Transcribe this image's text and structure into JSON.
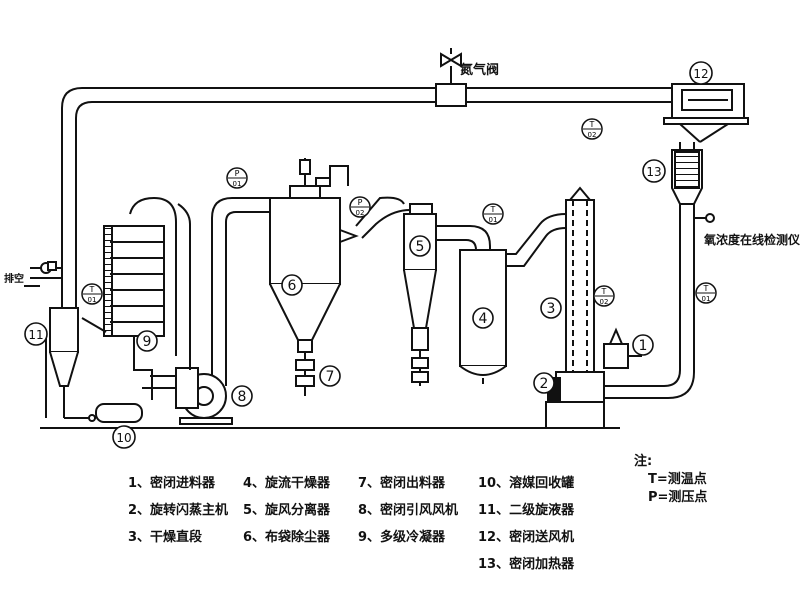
{
  "diagram": {
    "labels": {
      "nitrogen_valve": "氮气阀",
      "vent": "排空",
      "oxygen_meter": "氧浓度在线检测仪"
    },
    "sensors": [
      {
        "id": "t01",
        "letter": "T",
        "num": "01"
      },
      {
        "id": "p01",
        "letter": "P",
        "num": "01"
      },
      {
        "id": "p02",
        "letter": "P",
        "num": "02"
      },
      {
        "id": "t01b",
        "letter": "T",
        "num": "01"
      },
      {
        "id": "t02",
        "letter": "T",
        "num": "02"
      },
      {
        "id": "t02b",
        "letter": "T",
        "num": "02"
      },
      {
        "id": "t01c",
        "letter": "T",
        "num": "01"
      }
    ],
    "components": [
      {
        "n": "1"
      },
      {
        "n": "2"
      },
      {
        "n": "3"
      },
      {
        "n": "4"
      },
      {
        "n": "5"
      },
      {
        "n": "6"
      },
      {
        "n": "7"
      },
      {
        "n": "8"
      },
      {
        "n": "9"
      },
      {
        "n": "10"
      },
      {
        "n": "11"
      },
      {
        "n": "12"
      },
      {
        "n": "13"
      }
    ]
  },
  "legend": {
    "items": [
      "1、密闭进料器",
      "2、旋转闪蒸主机",
      "3、干燥直段",
      "4、旋流干燥器",
      "5、旋风分离器",
      "6、布袋除尘器",
      "7、密闭出料器",
      "8、密闭引风风机",
      "9、多级冷凝器",
      "10、溶媒回收罐",
      "11、二级旋液器",
      "12、密闭送风机",
      "13、密闭加热器"
    ],
    "note_title": "注:",
    "note_t": "T=测温点",
    "note_p": "P=测压点"
  }
}
